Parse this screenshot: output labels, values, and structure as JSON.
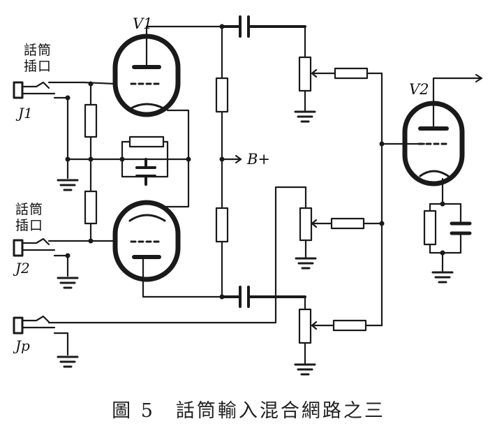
{
  "figure": {
    "caption": "圖 5　話筒輸入混合網路之三"
  },
  "labels": {
    "v1": "V1",
    "v2": "V2",
    "b_plus": "B+",
    "j1": "J1",
    "j2": "J2",
    "jp": "Jp",
    "mic_jack_1_line1": "話筒",
    "mic_jack_1_line2": "插口",
    "mic_jack_2_line1": "話筒",
    "mic_jack_2_line2": "插口"
  }
}
